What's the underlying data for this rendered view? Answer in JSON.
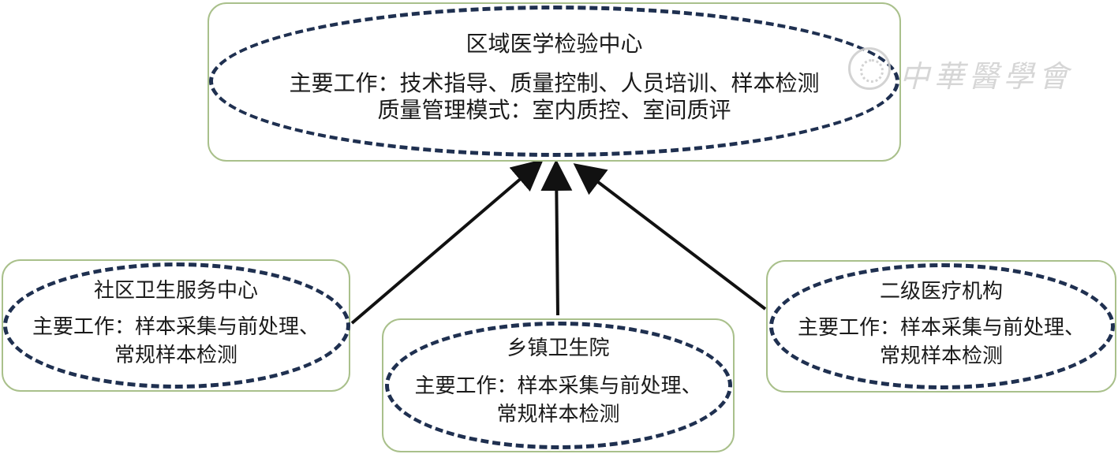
{
  "center": {
    "title": "区域医学检验中心",
    "work": "主要工作：技术指导、质量控制、人员培训、样本检测",
    "quality": "质量管理模式：室内质控、室间质评"
  },
  "nodes": [
    {
      "title": "社区卫生服务中心",
      "line1": "主要工作：样本采集与前处理、",
      "line2": "常规样本检测"
    },
    {
      "title": "乡镇卫生院",
      "line1": "主要工作：样本采集与前处理、",
      "line2": "常规样本检测"
    },
    {
      "title": "二级医疗机构",
      "line1": "主要工作：样本采集与前处理、",
      "line2": "常规样本检测"
    }
  ],
  "watermark": {
    "text": "中華醫學會"
  },
  "colors": {
    "box_border": "#a9c08b",
    "oval_dash": "#1f3050",
    "arrow": "#111111"
  }
}
